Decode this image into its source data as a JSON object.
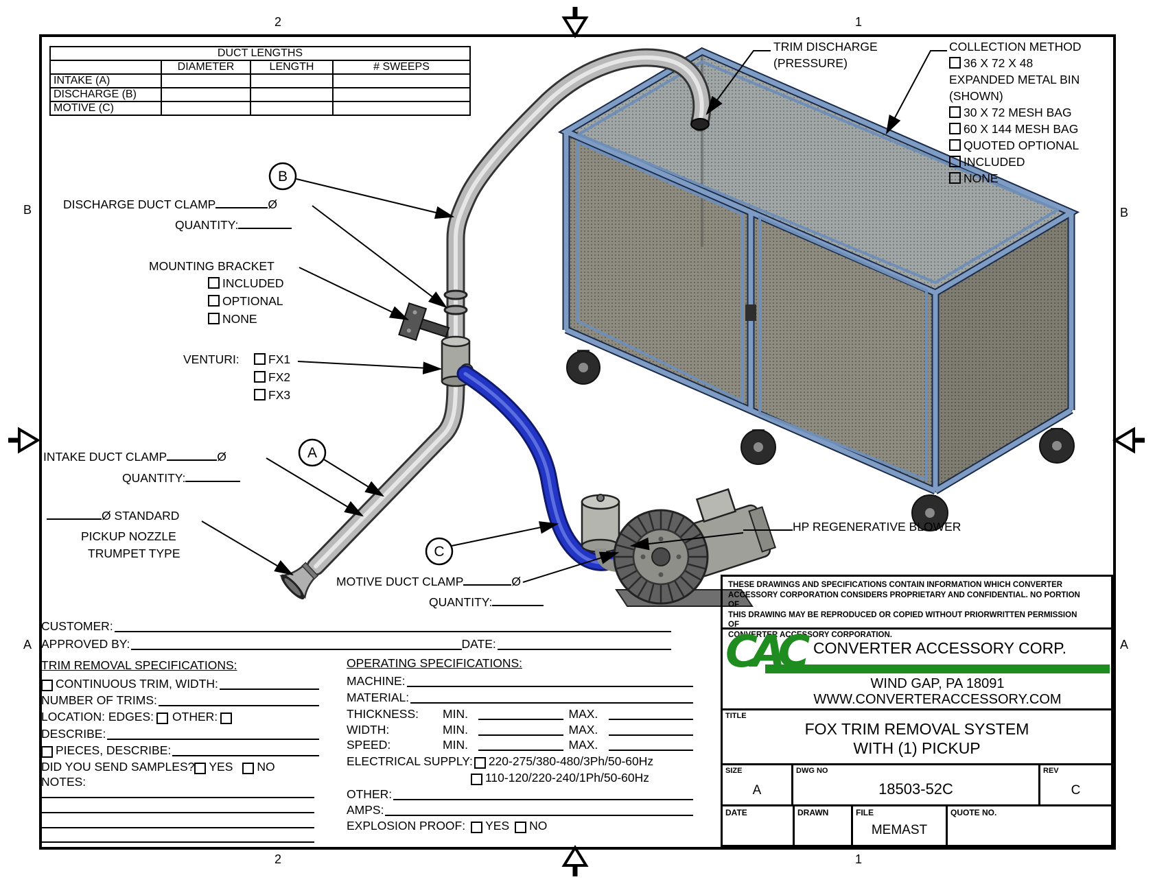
{
  "zones": {
    "top_left": "2",
    "top_right": "1",
    "bottom_left": "2",
    "bottom_right": "1",
    "left_upper": "B",
    "left_lower": "A",
    "right_upper": "B",
    "right_lower": "A"
  },
  "duct_table": {
    "title": "DUCT LENGTHS",
    "col1": "DIAMETER",
    "col2": "LENGTH",
    "col3": "# SWEEPS",
    "row1": "INTAKE (A)",
    "row2": "DISCHARGE (B)",
    "row3": "MOTIVE (C)"
  },
  "callouts": {
    "trim_discharge_1": "TRIM DISCHARGE",
    "trim_discharge_2": "(PRESSURE)",
    "collection_title": "COLLECTION METHOD",
    "collection_opt1": "36 X 72 X 48",
    "collection_opt1b": "EXPANDED METAL BIN",
    "collection_opt1c": "(SHOWN)",
    "collection_opt2": "30 X 72 MESH BAG",
    "collection_opt3": "60 X 144 MESH BAG",
    "collection_opt4": "QUOTED OPTIONAL",
    "collection_opt5": "INCLUDED",
    "collection_opt6": "NONE",
    "discharge_clamp": "DISCHARGE DUCT CLAMP",
    "quantity": "QUANTITY:",
    "dia": "Ø",
    "mounting_title": "MOUNTING BRACKET",
    "mounting_opt1": "INCLUDED",
    "mounting_opt2": "OPTIONAL",
    "mounting_opt3": "NONE",
    "venturi_label": "VENTURI:",
    "venturi_opt1": "FX1",
    "venturi_opt2": "FX2",
    "venturi_opt3": "FX3",
    "intake_clamp": "INTAKE DUCT CLAMP",
    "nozzle_1": "Ø STANDARD",
    "nozzle_2": "PICKUP NOZZLE",
    "nozzle_3": "TRUMPET TYPE",
    "motive_clamp": "MOTIVE DUCT CLAMP",
    "blower": "HP REGENERATIVE BLOWER",
    "balloon_a": "A",
    "balloon_b": "B",
    "balloon_c": "C"
  },
  "form": {
    "customer": "CUSTOMER:",
    "approved_by": "APPROVED BY:",
    "date": "DATE:",
    "trim_title": "TRIM REMOVAL SPECIFICATIONS:",
    "continuous": "CONTINUOUS TRIM, WIDTH:",
    "number_of_trims": "NUMBER OF TRIMS:",
    "location": "LOCATION: EDGES:",
    "other_loc": "OTHER:",
    "describe": "DESCRIBE:",
    "pieces": "PIECES, DESCRIBE:",
    "samples": "DID YOU SEND SAMPLES?",
    "yes": "YES",
    "no": "NO",
    "notes": "NOTES:"
  },
  "operating": {
    "title": "OPERATING SPECIFICATIONS:",
    "machine": "MACHINE:",
    "material": "MATERIAL:",
    "thickness": "THICKNESS:",
    "width": "WIDTH:",
    "speed": "SPEED:",
    "min": "MIN.",
    "max": "MAX.",
    "electrical": "ELECTRICAL SUPPLY:",
    "supply1": "220-275/380-480/3Ph/50-60Hz",
    "supply2": "110-120/220-240/1Ph/50-60Hz",
    "other": "OTHER:",
    "amps": "AMPS:",
    "explosion": "EXPLOSION PROOF:",
    "yes": "YES",
    "no": "NO"
  },
  "title_block": {
    "prop1": "THESE DRAWINGS AND SPECIFICATIONS CONTAIN INFORMATION WHICH CONVERTER",
    "prop2": "ACCESSORY CORPORATION CONSIDERS PROPRIETARY AND CONFIDENTIAL.  NO PORTION OF",
    "prop3": "THIS DRAWING MAY BE REPRODUCED OR COPIED WITHOUT PRIORWRITTEN PERMISSION OF",
    "prop4": "CONVERTER ACCESSORY CORPORATION.",
    "logo": "CAC",
    "company": "CONVERTER ACCESSORY CORP.",
    "address": "WIND GAP, PA 18091",
    "website": "WWW.CONVERTERACCESSORY.COM",
    "title_label": "TITLE",
    "title1": "FOX TRIM REMOVAL SYSTEM",
    "title2": "WITH (1) PICKUP",
    "size_label": "SIZE",
    "size": "A",
    "dwg_label": "DWG NO",
    "dwg_no": "18503-52C",
    "rev_label": "REV",
    "rev": "C",
    "date_label": "DATE",
    "drawn_label": "DRAWN",
    "file_label": "FILE",
    "file": "MEMAST",
    "quote_label": "QUOTE NO.",
    "accent_green": "#1e8c1e"
  }
}
